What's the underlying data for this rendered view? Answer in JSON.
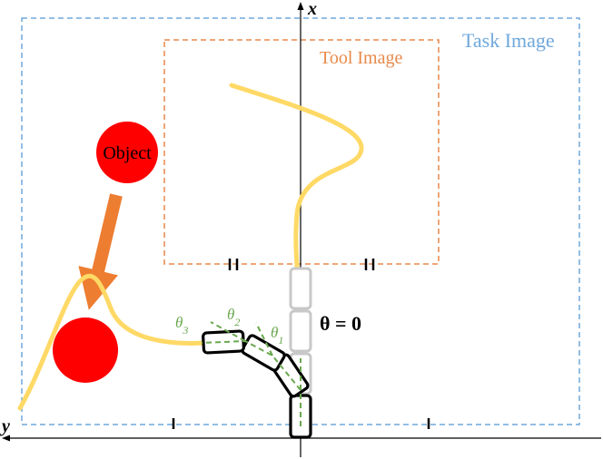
{
  "labels": {
    "task_image": "Task Image",
    "tool_image": "Tool Image",
    "object": "Object",
    "axis_x": "x",
    "axis_y": "y",
    "theta_zero": "θ = 0",
    "theta_1": "θ1",
    "theta_2": "θ2",
    "theta_3": "θ3"
  },
  "colors": {
    "task_border": "#6fa8dc",
    "tool_border": "#e8894a",
    "tool_curve": "#ffd966",
    "object": "#ff0000",
    "arrow": "#ed7d31",
    "joint_lines": "#6aa84f",
    "links_active": "#000000",
    "links_rest": "#c8c8c8"
  }
}
